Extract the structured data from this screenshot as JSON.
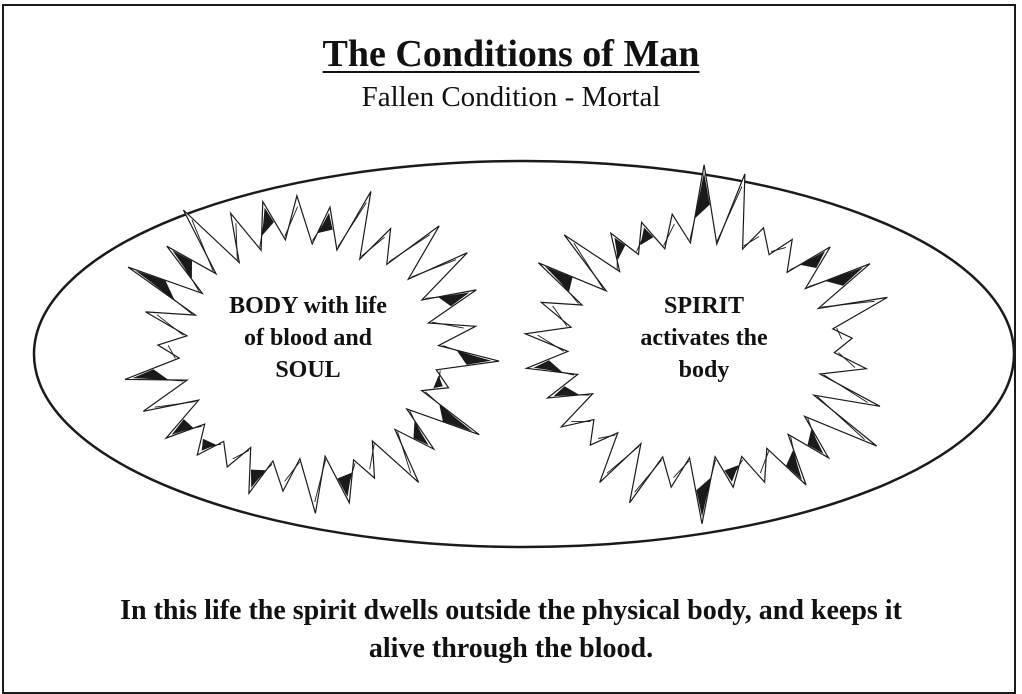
{
  "diagram": {
    "title": "The Conditions of Man",
    "subtitle": "Fallen Condition - Mortal",
    "left_burst": {
      "text": "BODY with life\nof  blood and\nSOUL"
    },
    "right_burst": {
      "text": "SPIRIT\nactivates the\nbody"
    },
    "caption_line1": "In this life the spirit dwells outside the physical body, and keeps it",
    "caption_line2": "alive through the blood.",
    "colors": {
      "ink": "#111111",
      "background": "#ffffff"
    }
  }
}
